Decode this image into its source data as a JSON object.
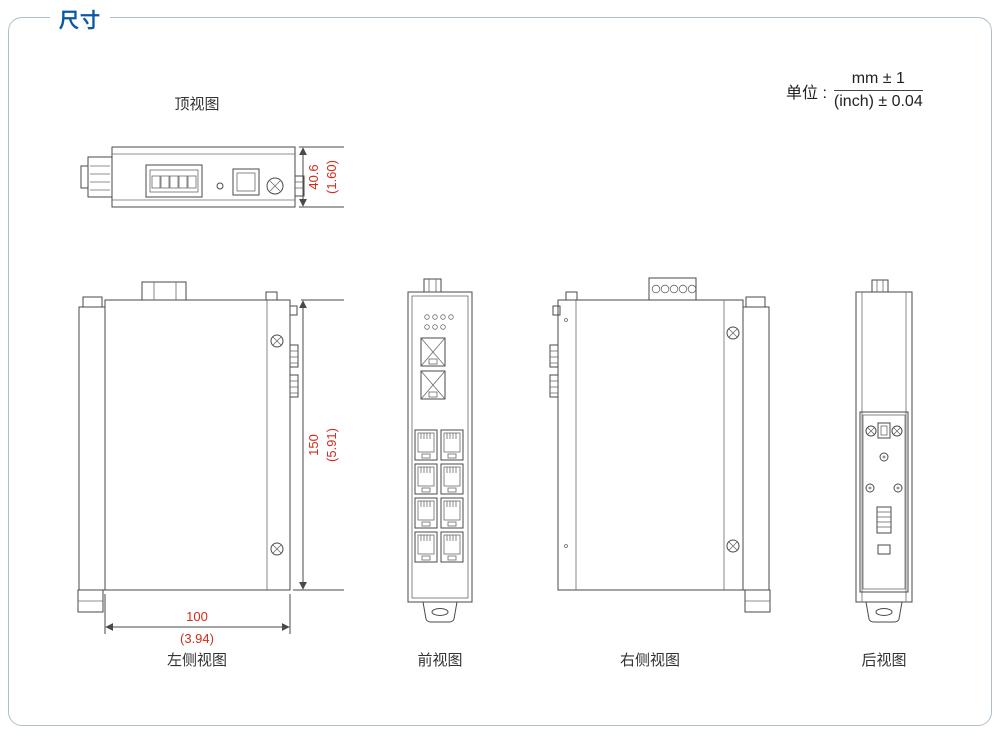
{
  "header": {
    "section_title": "尺寸",
    "unit_prefix": "单位 :",
    "unit_numerator": "mm ± 1",
    "unit_denominator": "(inch) ± 0.04"
  },
  "view_labels": {
    "top": "顶视图",
    "left": "左侧视图",
    "front": "前视图",
    "right": "右侧视图",
    "rear": "后视图"
  },
  "dimensions": {
    "height": {
      "mm": "40.6",
      "inch": "(1.60)"
    },
    "depth": {
      "mm": "150",
      "inch": "(5.91)"
    },
    "width": {
      "mm": "100",
      "inch": "(3.94)"
    }
  },
  "colors": {
    "title_blue": "#0b57a4",
    "dimension_red": "#d42a1a",
    "drawing_line": "#4a4a4a",
    "border_gray": "#aebfc9"
  }
}
